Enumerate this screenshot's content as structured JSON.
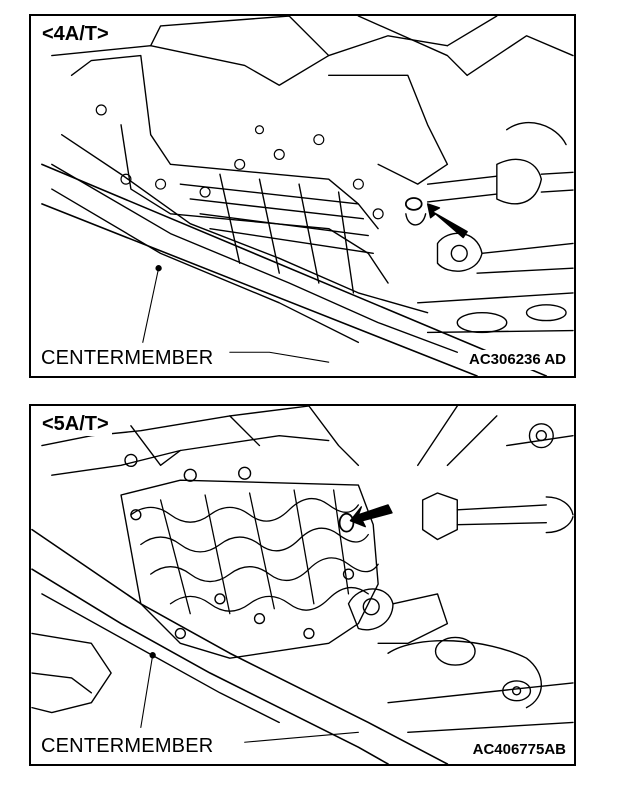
{
  "figures": [
    {
      "variant_label": "<4A/T>",
      "callout": "CENTERMEMBER",
      "figure_code": "AC306236 AD",
      "arrow_icon": "black-arrow-icon"
    },
    {
      "variant_label": "<5A/T>",
      "callout": "CENTERMEMBER",
      "figure_code": "AC406775AB",
      "arrow_icon": "black-arrow-icon"
    }
  ]
}
